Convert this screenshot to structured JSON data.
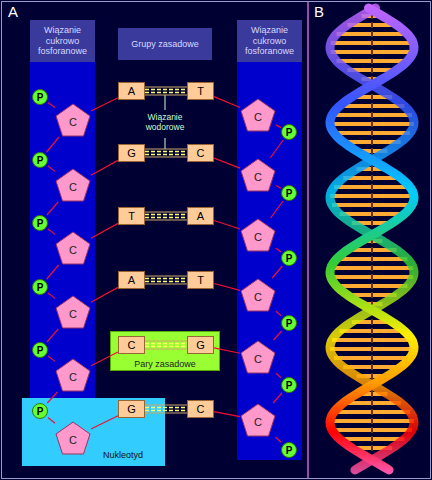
{
  "diagram": {
    "nodes": [
      {
        "text": [
          "Wiązanie cukrowo fosforanowe"
        ]
      },
      {
        "text": [
          "Grupy zasadowe"
        ]
      },
      {
        "text": [
          "Wiązanie cukrowo fosforanowe"
        ]
      },
      {
        "text": [
          "P"
        ]
      },
      {
        "text": [
          "C"
        ]
      },
      {
        "text": [
          "A"
        ]
      },
      {
        "text": [
          "T"
        ]
      },
      {
        "text": [
          "C"
        ]
      },
      {
        "text": [
          "P"
        ]
      },
      {
        "text": [
          "P"
        ]
      },
      {
        "text": [
          "C"
        ]
      },
      {
        "text": [
          "G"
        ]
      },
      {
        "text": [
          "C"
        ]
      },
      {
        "text": [
          "C"
        ]
      },
      {
        "text": [
          "P"
        ]
      },
      {
        "text": [
          "P"
        ]
      },
      {
        "text": [
          "C"
        ]
      },
      {
        "text": [
          "T"
        ]
      },
      {
        "text": [
          "A"
        ]
      },
      {
        "text": [
          "C"
        ]
      },
      {
        "text": [
          "P"
        ]
      },
      {
        "text": [
          "P"
        ]
      },
      {
        "text": [
          "C"
        ]
      },
      {
        "text": [
          "A"
        ]
      },
      {
        "text": [
          "T"
        ]
      },
      {
        "text": [
          "C"
        ]
      },
      {
        "text": [
          "P"
        ]
      },
      {
        "text": [
          "P"
        ]
      },
      {
        "text": [
          "C"
        ]
      },
      {
        "text": [
          "Pary zasadowe"
        ]
      },
      {
        "text": [
          "C"
        ],
        "in": 29
      },
      {
        "text": [
          "G"
        ],
        "in": 29
      },
      {
        "text": [
          "C"
        ]
      },
      {
        "text": [
          "P"
        ]
      },
      {
        "text": [
          "Nukleotyd"
        ]
      },
      {
        "text": [
          "P"
        ],
        "in": 34
      },
      {
        "text": [
          "C"
        ],
        "in": 34
      },
      {
        "text": [
          "G"
        ]
      },
      {
        "text": [
          "C"
        ]
      },
      {
        "text": [
          "C"
        ]
      },
      {
        "text": [
          "P"
        ]
      }
    ],
    "edges": [
      {
        "from": 3,
        "to": 4,
        "arrow": "none"
      },
      {
        "from": 9,
        "to": 10,
        "arrow": "none"
      },
      {
        "from": 15,
        "to": 16,
        "arrow": "none"
      },
      {
        "from": 21,
        "to": 22,
        "arrow": "none"
      },
      {
        "from": 27,
        "to": 28,
        "arrow": "none"
      },
      {
        "from": 35,
        "to": 36,
        "arrow": "none"
      },
      {
        "from": 4,
        "to": 9,
        "arrow": "none"
      },
      {
        "from": 10,
        "to": 15,
        "arrow": "none"
      },
      {
        "from": 16,
        "to": 21,
        "arrow": "none"
      },
      {
        "from": 22,
        "to": 27,
        "arrow": "none"
      },
      {
        "from": 28,
        "to": 35,
        "arrow": "none"
      },
      {
        "from": 4,
        "to": 5,
        "arrow": "none"
      },
      {
        "from": 10,
        "to": 11,
        "arrow": "none"
      },
      {
        "from": 16,
        "to": 17,
        "arrow": "none"
      },
      {
        "from": 22,
        "to": 23,
        "arrow": "none"
      },
      {
        "from": 28,
        "to": 30,
        "arrow": "none"
      },
      {
        "from": 36,
        "to": 37,
        "arrow": "none"
      },
      {
        "from": 5,
        "to": 6,
        "arrow": "none"
      },
      {
        "from": 11,
        "to": 12,
        "arrow": "none"
      },
      {
        "from": 17,
        "to": 18,
        "arrow": "none"
      },
      {
        "from": 23,
        "to": 24,
        "arrow": "none"
      },
      {
        "from": 30,
        "to": 31,
        "arrow": "none"
      },
      {
        "from": 37,
        "to": 38,
        "arrow": "none"
      },
      {
        "from": 6,
        "to": 7,
        "arrow": "none"
      },
      {
        "from": 12,
        "to": 13,
        "arrow": "none"
      },
      {
        "from": 18,
        "to": 19,
        "arrow": "none"
      },
      {
        "from": 24,
        "to": 25,
        "arrow": "none"
      },
      {
        "from": 31,
        "to": 32,
        "arrow": "none"
      },
      {
        "from": 38,
        "to": 39,
        "arrow": "none"
      },
      {
        "from": 7,
        "to": 8,
        "arrow": "none"
      },
      {
        "from": 13,
        "to": 14,
        "arrow": "none"
      },
      {
        "from": 19,
        "to": 20,
        "arrow": "none"
      },
      {
        "from": 25,
        "to": 26,
        "arrow": "none"
      },
      {
        "from": 32,
        "to": 33,
        "arrow": "none"
      },
      {
        "from": 39,
        "to": 40,
        "arrow": "none"
      },
      {
        "from": 8,
        "to": 13,
        "arrow": "none"
      },
      {
        "from": 14,
        "to": 19,
        "arrow": "none"
      },
      {
        "from": 20,
        "to": 25,
        "arrow": "none"
      },
      {
        "from": 26,
        "to": 32,
        "arrow": "none"
      },
      {
        "from": 33,
        "to": 39,
        "arrow": "none"
      }
    ],
    "labels": [
      "A",
      "B",
      "Wiązanie wodorowe"
    ]
  }
}
